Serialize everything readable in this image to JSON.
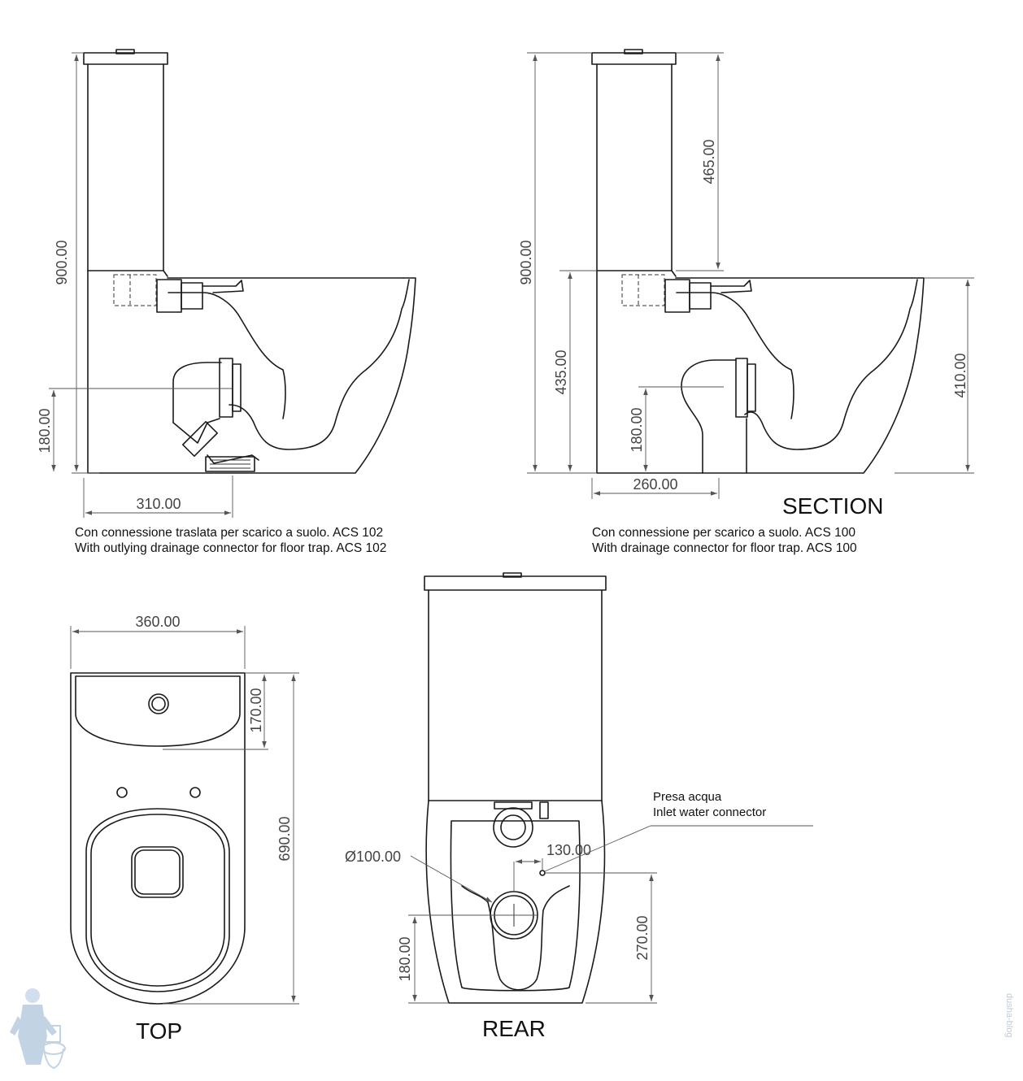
{
  "side_view": {
    "dims": {
      "height": "900.00",
      "floor": "180.00",
      "depth": "310.00"
    },
    "caption_it": "Con connessione traslata per scarico a suolo. ACS 102",
    "caption_en": "With outlying drainage connector for floor trap. ACS 102"
  },
  "section_view": {
    "title": "SECTION",
    "dims": {
      "height": "900.00",
      "tank": "465.00",
      "bowl_back": "435.00",
      "bowl_front": "410.00",
      "floor": "180.00",
      "depth": "260.00"
    },
    "caption_it": "Con connessione per scarico a suolo. ACS 100",
    "caption_en": "With drainage connector for floor trap. ACS 100"
  },
  "top_view": {
    "title": "TOP",
    "dims": {
      "width": "360.00",
      "tank_depth": "170.00",
      "length": "690.00"
    }
  },
  "rear_view": {
    "title": "REAR",
    "dims": {
      "pipe_dia": "Ø100.00",
      "inlet_offset": "130.00",
      "inlet_height": "270.00",
      "floor": "180.00"
    },
    "inlet_note_it": "Presa acqua",
    "inlet_note_en": "Inlet water connector"
  },
  "watermark": "dusha-blog",
  "colors": {
    "line": "#1a1a1a",
    "dimension": "#555555",
    "watermark": "#b8cde0"
  }
}
